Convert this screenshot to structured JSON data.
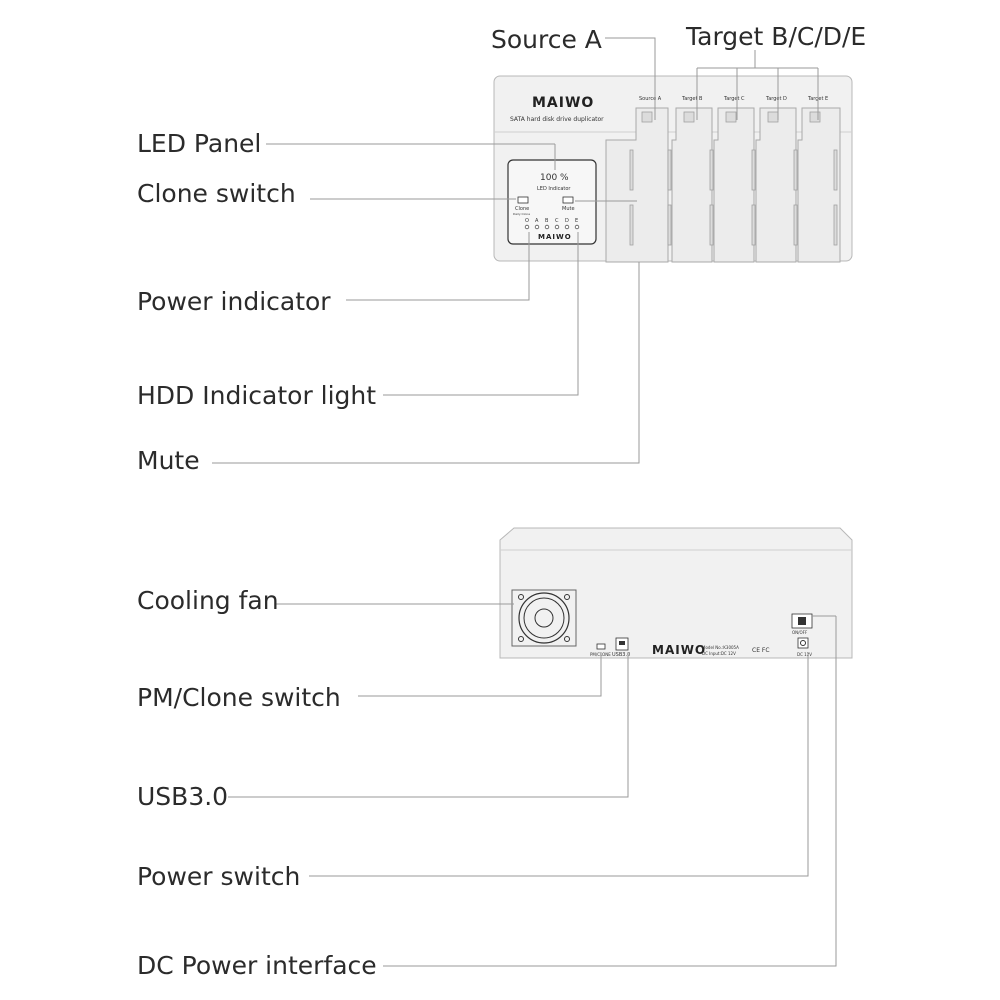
{
  "labels": {
    "source_a": "Source A",
    "targets": "Target B/C/D/E",
    "led_panel": "LED Panel",
    "clone_switch": "Clone switch",
    "power_indicator": "Power indicator",
    "hdd_indicator": "HDD Indicator light",
    "mute": "Mute",
    "cooling_fan": "Cooling fan",
    "pm_clone_switch": "PM/Clone switch",
    "usb": "USB3.0",
    "power_switch": "Power switch",
    "dc_power": "DC Power interface"
  },
  "device_front": {
    "brand": "MAIWO",
    "subtitle": "SATA hard disk drive duplicator",
    "bay_labels": [
      "Source A",
      "Target B",
      "Target C",
      "Target D",
      "Target E"
    ],
    "display": "100 %",
    "display_caption": "LED Indicator",
    "clone_button": "Clone",
    "clone_sub": "Daily Clone",
    "mute_button": "Mute",
    "led_letters": [
      "O",
      "A",
      "B",
      "C",
      "D",
      "E"
    ]
  },
  "device_back": {
    "brand": "MAIWO",
    "model_line1": "Model No.:K3005A",
    "model_line2": "DC Input:DC 12V",
    "cert": "CE FC",
    "pm_clone": "PM/CLONE",
    "usb": "USB3.0",
    "onoff": "ON/OFF",
    "dc": "DC 12V"
  }
}
